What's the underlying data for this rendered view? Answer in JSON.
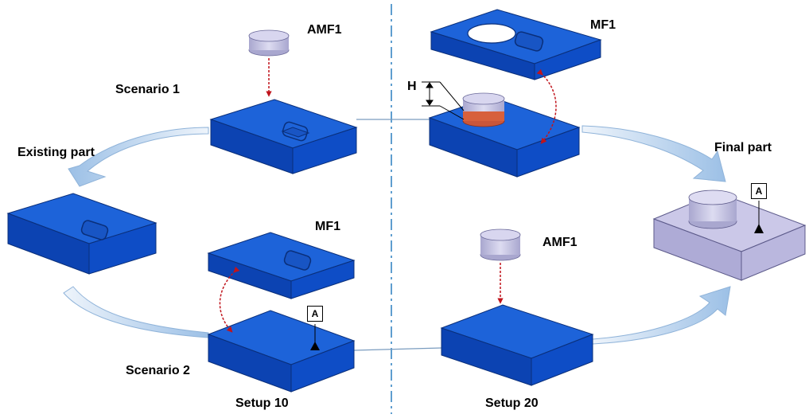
{
  "labels": {
    "scenario1": "Scenario 1",
    "scenario2": "Scenario 2",
    "existing_part": "Existing part",
    "final_part": "Final part",
    "setup10": "Setup 10",
    "setup20": "Setup 20",
    "amf1_top": "AMF1",
    "amf1_bottom": "AMF1",
    "mf1_top": "MF1",
    "mf1_bottom": "MF1",
    "height": "H"
  },
  "datums": {
    "scenario2": "A",
    "final": "A"
  },
  "colors": {
    "part_blue_top": "#1a5fd6",
    "part_blue_left": "#0b3fae",
    "part_blue_right": "#0d48bf",
    "cylinder_lavender": "#c9c8e6",
    "final_part_lavender": "#c4c1e4",
    "arc_light_blue": "#b9d4ee",
    "arrow_red": "#c0141c",
    "height_band": "#d7603c",
    "divider": "#2a7fbf"
  }
}
